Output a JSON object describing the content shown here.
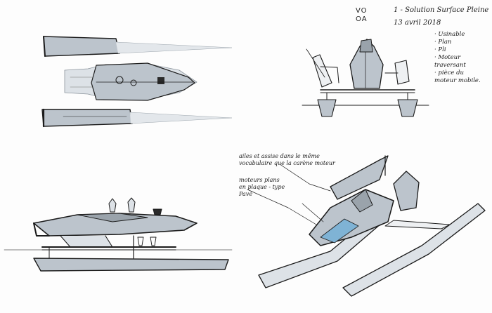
{
  "logo": {
    "line1": "VO",
    "line2": "OA"
  },
  "header": {
    "title": "1 - Solution Surface Pleine",
    "date": "13 avril 2018"
  },
  "notes": {
    "items": [
      "· Usinable",
      "· Plan",
      "· Pli",
      "· Moteur",
      "traversant",
      "· pièce du",
      "moteur mobile."
    ]
  },
  "annotations": {
    "top_line1": "ailes et assise dans le même",
    "top_line2": "vocabulaire que la carène moteur",
    "mid_line1": "moteurs plans",
    "mid_line2": "en plaque - type",
    "mid_line3": "Pavé"
  },
  "colors": {
    "ink": "#1b1b1b",
    "marker_grey": "#bcc4cc",
    "marker_light": "#dde2e7",
    "marker_blue": "#7fb3d5",
    "paper": "#fdfdfd"
  }
}
